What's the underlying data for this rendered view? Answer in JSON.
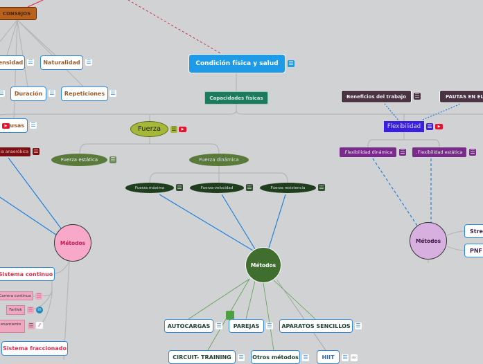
{
  "root": {
    "title": "Condición física y salud"
  },
  "capacidades": "Capacidades físicas",
  "consejos": {
    "title": "CONSEJOS",
    "items": [
      "ensidad",
      "Naturalidad",
      "Duración",
      "Repeticiones",
      "usas"
    ]
  },
  "anaerobica": "cia anaeróbica",
  "fuerza": {
    "title": "Fuerza",
    "estatica": "Fuerza estática",
    "dinamica": "Fuerza dinámica",
    "maxima": "Fuerza máxima",
    "velocidad": "Fuerza-velocidad",
    "resistencia": "Fuerza resistencia"
  },
  "metodos_label": "Métodos",
  "resistencia_metodos": {
    "continuo": "Sistema continuo",
    "carrera": "Carrera continua",
    "fartlek": "Fartlek",
    "entrenamiento": "enamiento",
    "fraccionado": "Sistema fraccionado"
  },
  "fuerza_metodos": [
    "AUTOCARGAS",
    "PAREJAS",
    "APARATOS SENCILLOS",
    "CIRCUIT- TRAINING",
    "Otros métodos",
    "HIIT"
  ],
  "flex": {
    "beneficios": "Beneficios del trabajo",
    "pautas": "PAUTAS EN EL",
    "title": "Flexibilidad",
    "dinamica": ".Flexibilidad dinámica",
    "estatica": ".Flexibilidad estática",
    "stretching": "Stretc",
    "pnf": "PNF"
  },
  "abc": "abc",
  "colors": {
    "bg": "#d1d2d4",
    "root": "#1e9be8",
    "consejos": "#b8621e",
    "fuerza": "#a6b83a",
    "flex": "#3a1fe0"
  }
}
